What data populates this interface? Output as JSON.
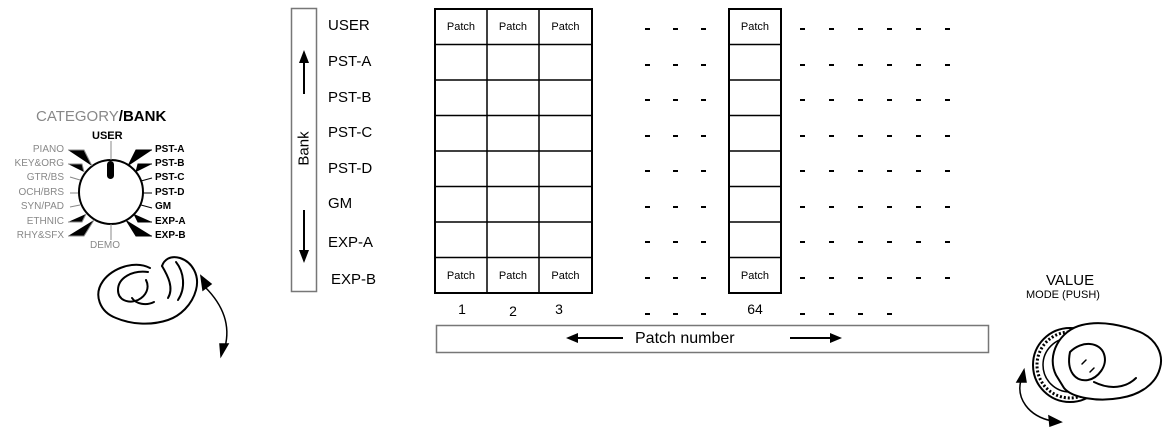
{
  "dial": {
    "heading_gray": "CATEGORY",
    "heading_slash": "/",
    "heading_bold": "BANK",
    "top": "USER",
    "bottom": "DEMO",
    "left": [
      "PIANO",
      "KEY&ORG",
      "GTR/BS",
      "OCH/BRS",
      "SYN/PAD",
      "ETHNIC",
      "RHY&SFX"
    ],
    "right": [
      "PST-A",
      "PST-B",
      "PST-C",
      "PST-D",
      "GM",
      "EXP-A",
      "EXP-B"
    ]
  },
  "bank_axis_label": "Bank",
  "banks": [
    "USER",
    "PST-A",
    "PST-B",
    "PST-C",
    "PST-D",
    "GM",
    "EXP-A",
    "EXP-B"
  ],
  "patch_cell_label": "Patch",
  "patch_numbers": [
    "1",
    "2",
    "3",
    "64"
  ],
  "patch_axis_label": "Patch number",
  "value_knob": {
    "title": "VALUE",
    "subtitle": "MODE (PUSH)"
  },
  "colors": {
    "line": "#000000",
    "gray_box": "#777777",
    "gray_text": "#888888"
  }
}
